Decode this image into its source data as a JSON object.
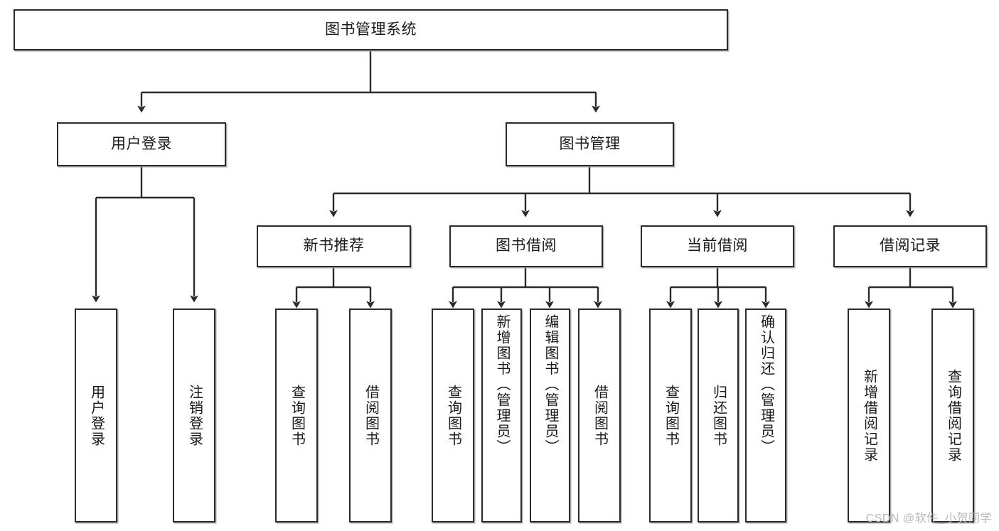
{
  "diagram": {
    "title": "图书管理系统",
    "type": "tree-hierarchy",
    "root": {
      "label": "图书管理系统"
    },
    "level2": [
      {
        "label": "用户登录"
      },
      {
        "label": "图书管理"
      }
    ],
    "level3": [
      {
        "label": "新书推荐"
      },
      {
        "label": "图书借阅"
      },
      {
        "label": "当前借阅"
      },
      {
        "label": "借阅记录"
      }
    ],
    "leaves": {
      "user_login": [
        {
          "label": "用户登录"
        },
        {
          "label": "注销登录"
        }
      ],
      "new_book_recommend": [
        {
          "label": "查询图书"
        },
        {
          "label": "借阅图书"
        }
      ],
      "book_borrow": [
        {
          "label": "查询图书"
        },
        {
          "label": "新增图书（管理员）"
        },
        {
          "label": "编辑图书（管理员）"
        },
        {
          "label": "借阅图书"
        }
      ],
      "current_borrow": [
        {
          "label": "查询图书"
        },
        {
          "label": "归还图书"
        },
        {
          "label": "确认归还（管理员）"
        }
      ],
      "borrow_record": [
        {
          "label": "新增借阅记录"
        },
        {
          "label": "查询借阅记录"
        }
      ]
    }
  },
  "watermark": {
    "text": "CSDN @软件_小贺同学"
  },
  "colors": {
    "stroke": "#2b2b2b",
    "box_fill": "#ffffff",
    "text": "#1a1a1a",
    "watermark": "#b9b9b9",
    "shadow": "#a0a0a0"
  }
}
